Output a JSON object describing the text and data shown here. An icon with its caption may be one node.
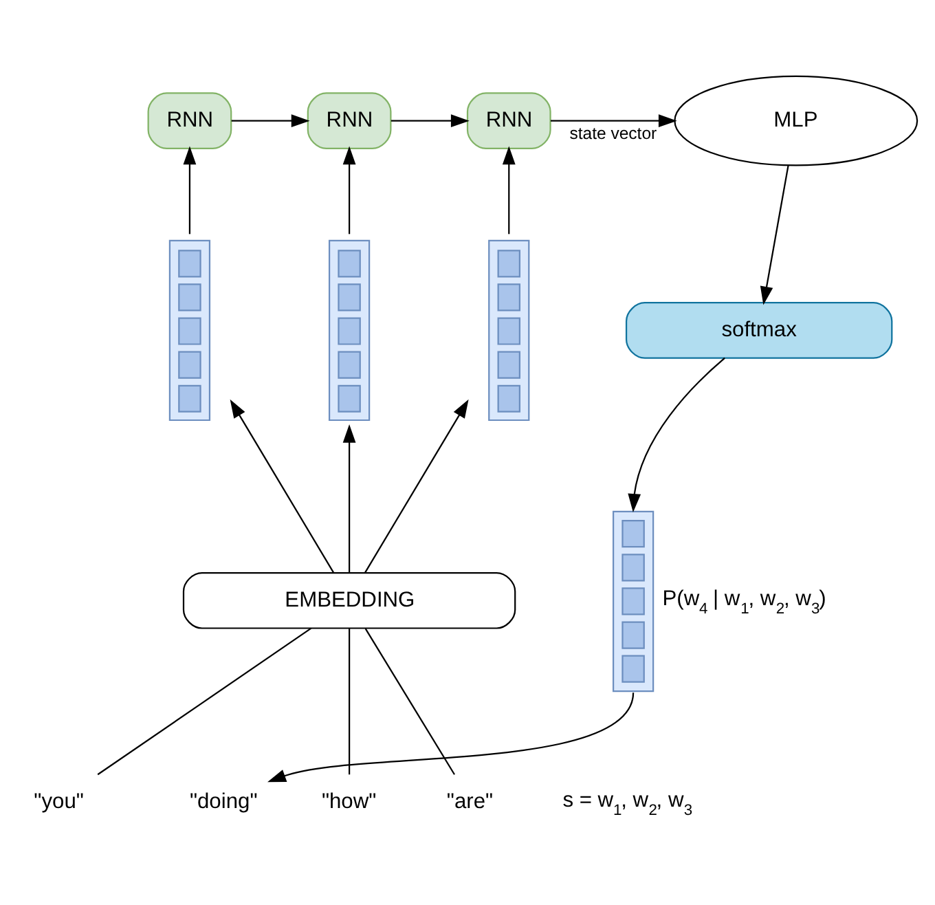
{
  "diagram": {
    "nodes": [
      {
        "text": [
          "RNN"
        ]
      },
      {
        "text": [
          "RNN"
        ]
      },
      {
        "text": [
          "RNN"
        ]
      },
      {
        "text": [
          "MLP"
        ]
      },
      {
        "text": [
          "softmax"
        ]
      },
      {
        "text": [],
        "shape": "bar"
      },
      {
        "text": [],
        "shape": "bar"
      },
      {
        "text": [],
        "shape": "bar"
      },
      {
        "text": [
          "EMBEDDING"
        ]
      },
      {
        "text": [
          "\"how\""
        ]
      },
      {
        "text": [
          "\"are\""
        ]
      },
      {
        "text": [
          "\"you\""
        ]
      },
      {
        "text": [],
        "shape": "bar",
        "beside": [
          "P(w$_{4}$ | w$_{1}$, w$_{2}$, w$_{3}$)"
        ]
      },
      {
        "text": [
          "\"doing\""
        ]
      }
    ],
    "edges": [
      {
        "from": 0,
        "to": 1,
        "arrow": "to"
      },
      {
        "from": 1,
        "to": 2,
        "arrow": "to"
      },
      {
        "from": 2,
        "to": 3,
        "arrow": "to",
        "label": "state vector"
      },
      {
        "from": 5,
        "to": 0,
        "arrow": "to"
      },
      {
        "from": 6,
        "to": 1,
        "arrow": "to"
      },
      {
        "from": 7,
        "to": 2,
        "arrow": "to"
      },
      {
        "from": 8,
        "to": 5,
        "arrow": "to"
      },
      {
        "from": 8,
        "to": 6,
        "arrow": "to"
      },
      {
        "from": 8,
        "to": 7,
        "arrow": "to"
      },
      {
        "from": 9,
        "to": 8,
        "arrow": "none"
      },
      {
        "from": 10,
        "to": 8,
        "arrow": "none"
      },
      {
        "from": 11,
        "to": 8,
        "arrow": "none"
      },
      {
        "from": 3,
        "to": 4,
        "arrow": "to"
      },
      {
        "from": 4,
        "to": 12,
        "arrow": "to"
      },
      {
        "from": 12,
        "to": 13,
        "arrow": "to"
      }
    ],
    "labels": [
      "s = w$_{1}$, w$_{2}$, w$_{3}$"
    ]
  }
}
